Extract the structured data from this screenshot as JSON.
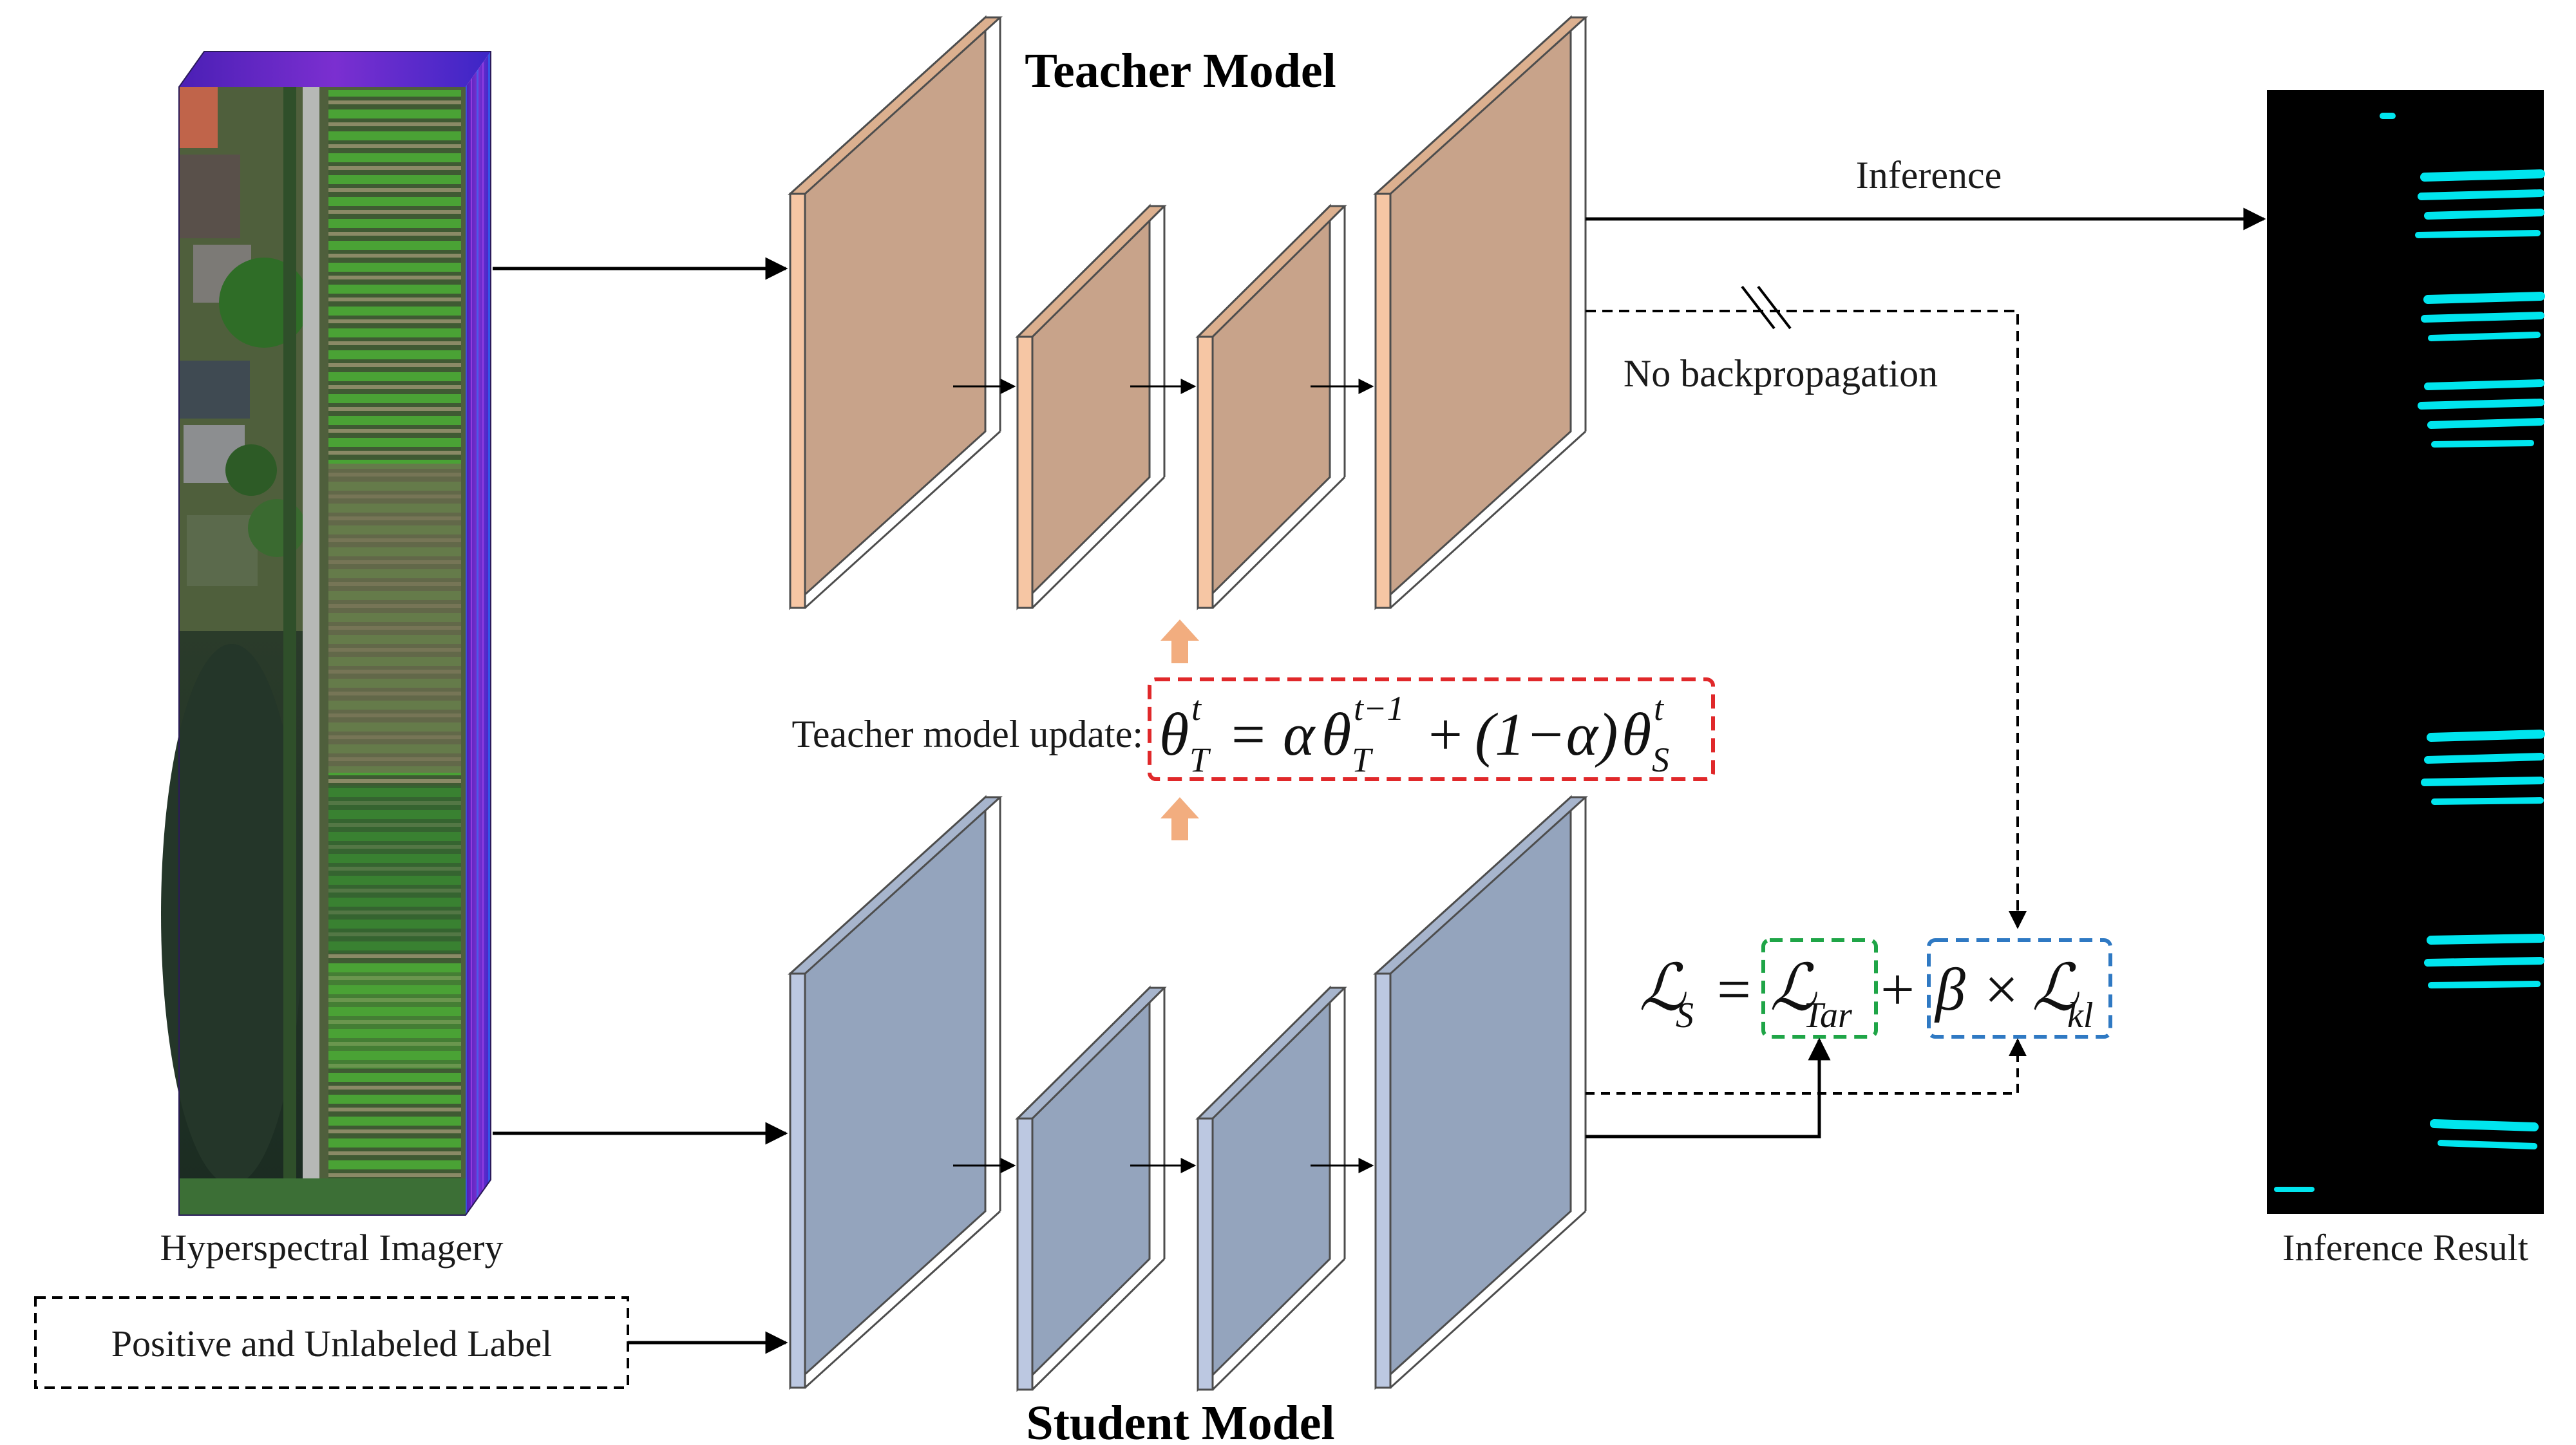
{
  "teacher": {
    "title": "Teacher Model"
  },
  "student": {
    "title": "Student Model"
  },
  "inputs": {
    "imagery_label": "Hyperspectral Imagery",
    "label_box": "Positive and Unlabeled Label"
  },
  "output": {
    "inference_arrow_label": "Inference",
    "result_label": "Inference Result"
  },
  "no_backprop_label": "No backpropagation",
  "update": {
    "label": "Teacher model update:",
    "theta": "θ",
    "sub_T": "T",
    "sub_S": "S",
    "sup_t": "t",
    "sup_t_minus_1": "t−1",
    "equals": "=",
    "alpha": "α",
    "plus": "+",
    "one_minus_alpha": "(1−α)"
  },
  "loss": {
    "L": "ℒ",
    "sub_S": "S",
    "equals": "=",
    "sub_Tar": "Tar",
    "plus": "+",
    "beta_times": "β ×",
    "sub_kl": "kl"
  },
  "colors": {
    "teacher_fill": "#c8a38a",
    "teacher_side": "#f6c6a4",
    "student_fill": "#94a4bd",
    "student_side": "#bcc8e1",
    "update_box": "#e0282a",
    "tar_box": "#1fa547",
    "kl_box": "#2f79c3",
    "update_arrow": "#f2ad7f",
    "result_stripe": "#00e5ee"
  }
}
